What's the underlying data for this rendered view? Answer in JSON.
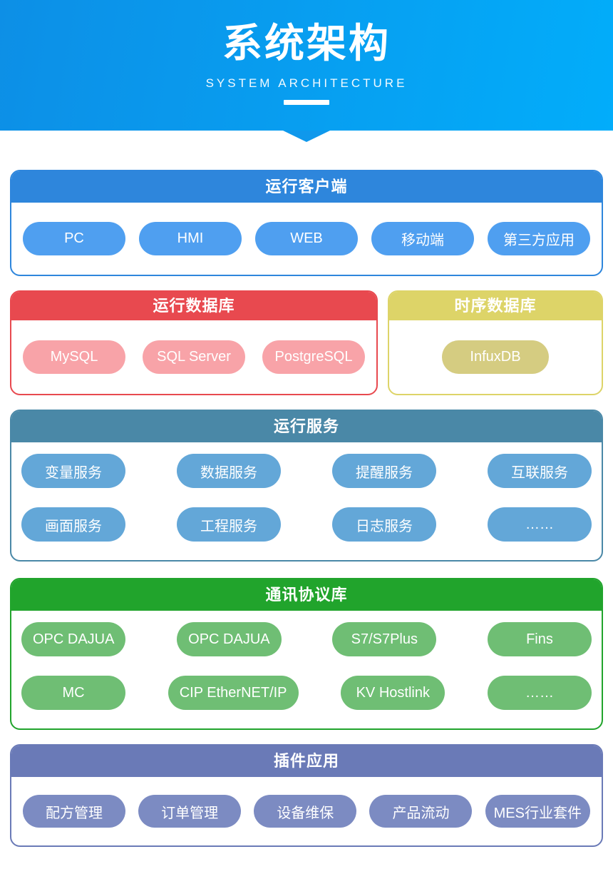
{
  "header": {
    "title": "系统架构",
    "subtitle": "SYSTEM ARCHITECTURE"
  },
  "colors": {
    "banner_gradient_start": "#0d8fe6",
    "banner_gradient_end": "#02adfa",
    "banner_triangle": "#0f98ec"
  },
  "sections": {
    "clients": {
      "title": "运行客户端",
      "color": "#2e86dc",
      "pill_color": "#4f9ff0",
      "pills": [
        "PC",
        "HMI",
        "WEB",
        "移动端",
        "第三方应用"
      ]
    },
    "runtime_db": {
      "title": "运行数据库",
      "color": "#e8494f",
      "pill_color": "#f8a3a8",
      "pills": [
        "MySQL",
        "SQL Server",
        "PostgreSQL"
      ]
    },
    "timeseries_db": {
      "title": "时序数据库",
      "color": "#ddd468",
      "pill_color": "#d5cc81",
      "pills": [
        "InfuxDB"
      ]
    },
    "services": {
      "title": "运行服务",
      "color": "#4a88a7",
      "pill_color": "#63a7d8",
      "rows": [
        [
          "变量服务",
          "数据服务",
          "提醒服务",
          "互联服务"
        ],
        [
          "画面服务",
          "工程服务",
          "日志服务",
          "……"
        ]
      ]
    },
    "protocols": {
      "title": "通讯协议库",
      "color": "#21a42c",
      "pill_color": "#6fbe74",
      "rows": [
        [
          "OPC DAJUA",
          "OPC DAJUA",
          "S7/S7Plus",
          "Fins"
        ],
        [
          "MC",
          "CIP EtherNET/IP",
          "KV Hostlink",
          "……"
        ]
      ]
    },
    "plugins": {
      "title": "插件应用",
      "color": "#6a7ab7",
      "pill_color": "#7c8bc2",
      "pills": [
        "配方管理",
        "订单管理",
        "设备维保",
        "产品流动",
        "MES行业套件"
      ]
    }
  }
}
